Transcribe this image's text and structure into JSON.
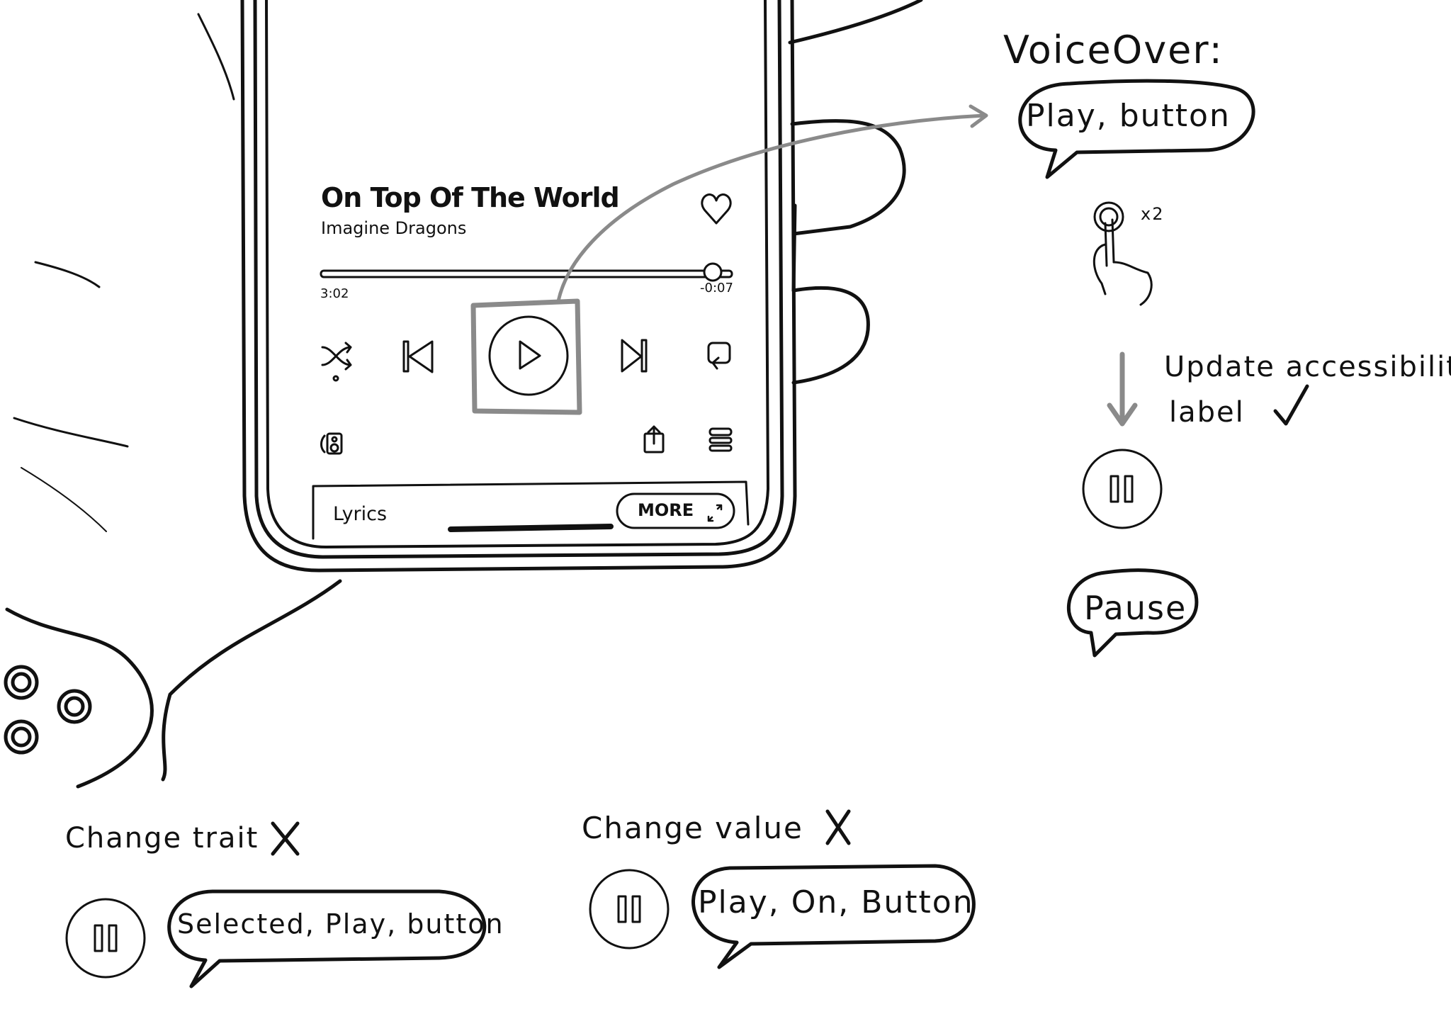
{
  "player": {
    "song_title": "On Top Of The World",
    "artist": "Imagine Dragons",
    "elapsed": "3:02",
    "remaining": "-0:07",
    "progress_fraction": 0.96,
    "lyrics_label": "Lyrics",
    "more_label": "MORE",
    "icons": [
      "heart-icon",
      "shuffle-icon",
      "previous-icon",
      "play-icon",
      "next-icon",
      "repeat-icon",
      "speaker-icon",
      "share-icon",
      "queue-icon",
      "expand-icon"
    ]
  },
  "voiceover": {
    "heading": "VoiceOver:",
    "initial_announcement": "Play, button",
    "gesture_count": "x2",
    "update_note_line1": "Update accessibility",
    "update_note_line2": "label",
    "result_announcement": "Pause"
  },
  "alternatives": [
    {
      "heading": "Change trait",
      "announcement": "Selected, Play, button"
    },
    {
      "heading": "Change value",
      "announcement": "Play, On, Button"
    }
  ],
  "colors": {
    "ink": "#111111",
    "highlight": "#8a8a8a"
  }
}
